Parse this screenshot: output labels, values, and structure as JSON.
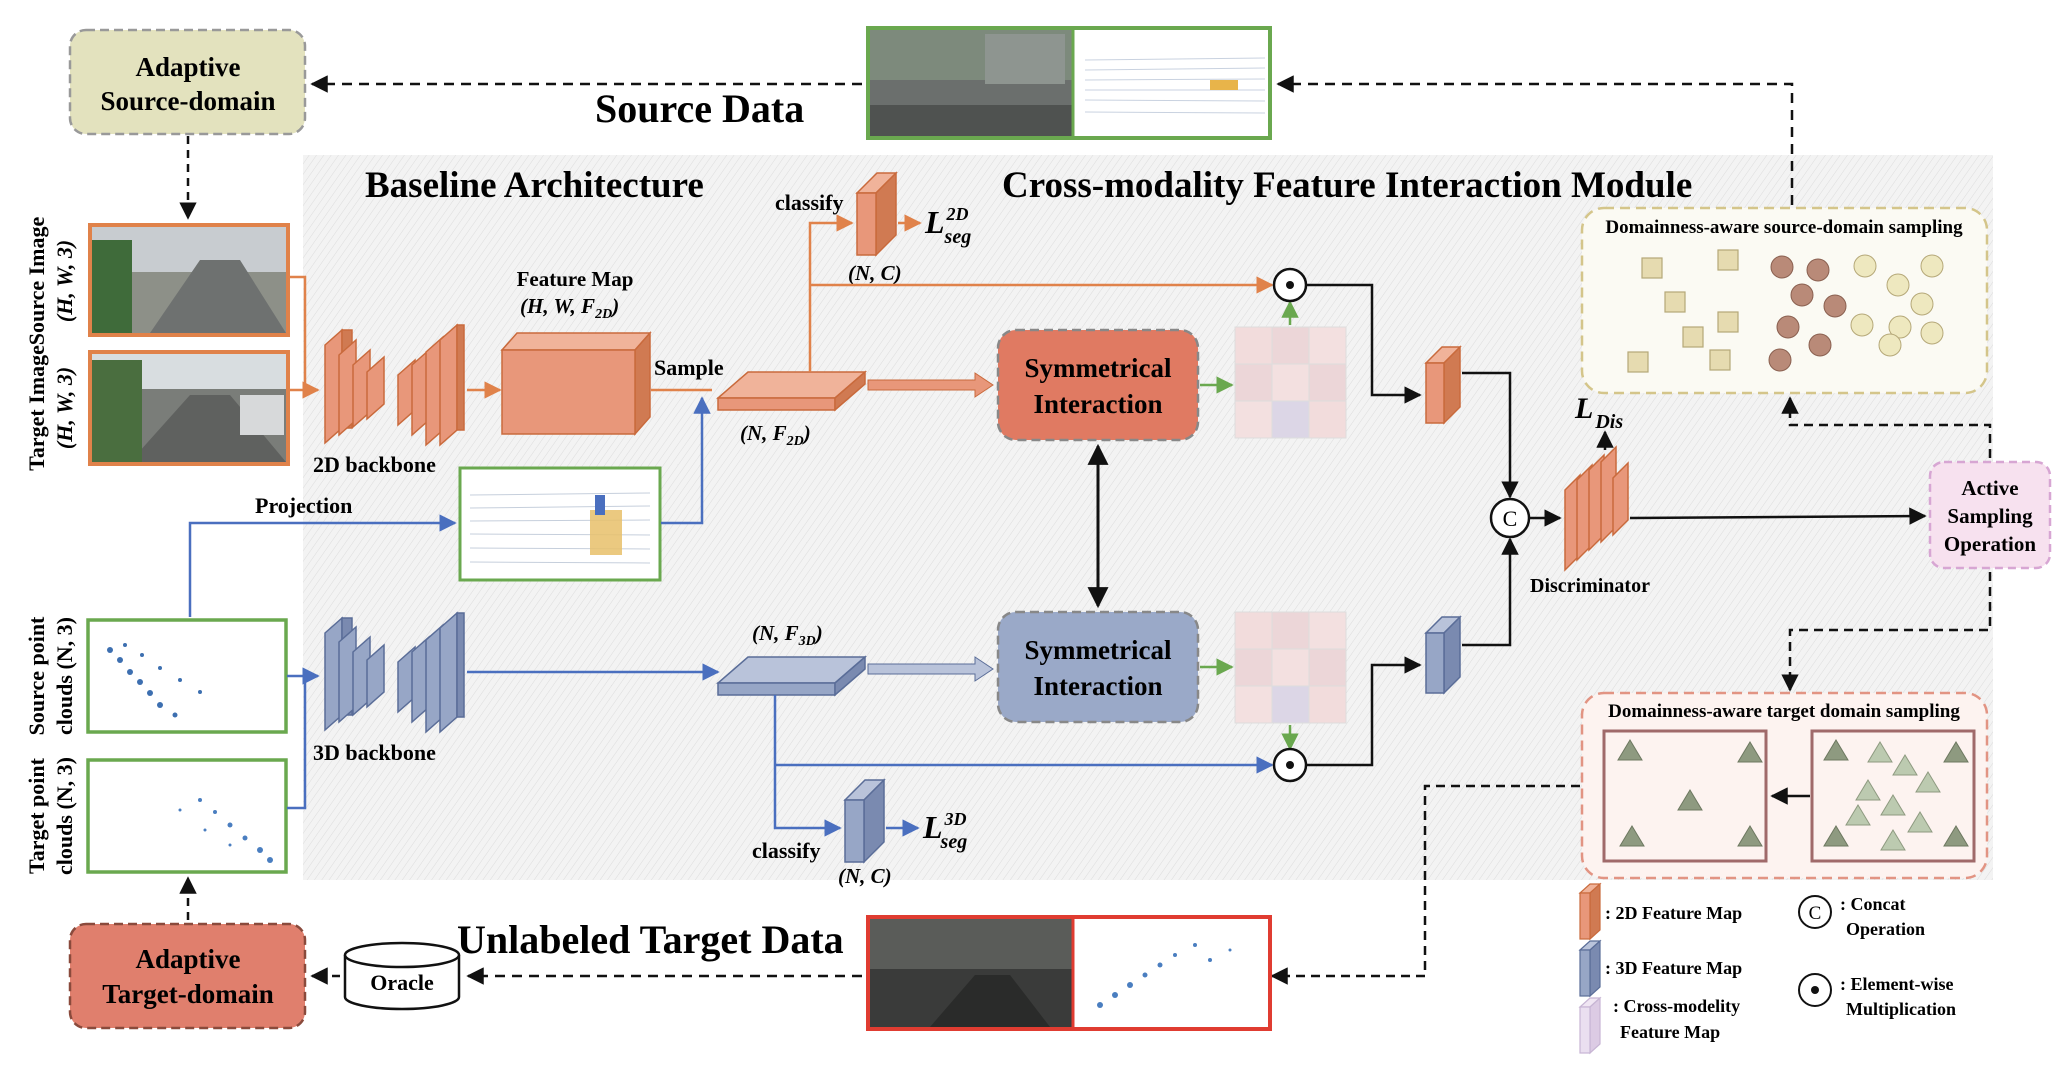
{
  "titles": {
    "source_data": "Source Data",
    "baseline": "Baseline Architecture",
    "cfim": "Cross-modality Feature Interaction Module",
    "unlabeled": "Unlabeled Target Data"
  },
  "boxes": {
    "adaptive_source": [
      "Adaptive",
      "Source-domain"
    ],
    "adaptive_target": [
      "Adaptive",
      "Target-domain"
    ],
    "oracle": "Oracle",
    "active_sampling": [
      "Active",
      "Sampling",
      "Operation"
    ],
    "sym_top": [
      "Symmetrical",
      "Interaction"
    ],
    "sym_bottom": [
      "Symmetrical",
      "Interaction"
    ]
  },
  "side_labels": {
    "source_image": [
      "Source Image",
      "(H, W, 3)"
    ],
    "target_image": [
      "Target Image",
      "(H, W, 3)"
    ],
    "source_points": [
      "Source point",
      "clouds (N, 3)"
    ],
    "target_points": [
      "Target point",
      "clouds (N, 3)"
    ]
  },
  "labels": {
    "feature_map": "Feature Map",
    "feature_map_dims": "(H, W, F",
    "feature_map_sub": "2D",
    "backbone_2d": "2D backbone",
    "backbone_3d": "3D backbone",
    "sample": "Sample",
    "projection": "Projection",
    "classify_top": "classify",
    "classify_bottom": "classify",
    "nc_top": "(N, C)",
    "nc_bottom": "(N, C)",
    "nf2d": "(N, F",
    "nf2d_sub": "2D",
    "nf3d": "(N, F",
    "nf3d_sub": "3D",
    "loss_seg_2d": "L",
    "loss_seg_2d_sup": "2D",
    "loss_seg_2d_sub": "seg",
    "loss_seg_3d": "L",
    "loss_seg_3d_sup": "3D",
    "loss_seg_3d_sub": "seg",
    "loss_dis": "L",
    "loss_dis_sub": "Dis",
    "discriminator": "Discriminator",
    "concat_symbol": "C",
    "src_sampling": "Domainness-aware source-domain sampling",
    "tgt_sampling": "Domainness-aware target domain sampling"
  },
  "legend": {
    "map2d": ": 2D Feature Map",
    "map3d": ": 3D Feature Map",
    "cross": [
      ": Cross-modelity",
      "Feature Map"
    ],
    "concat_symbol": "C",
    "concat": [
      ": Concat",
      "Operation"
    ],
    "elem": [
      ": Element-wise",
      "Multiplication"
    ]
  },
  "colors": {
    "orange": "#e0824a",
    "orange_fill": "#e8977a",
    "blue": "#4a6fbf",
    "blue_fill": "#97a6c6",
    "green_border": "#6aa84f",
    "red_border": "#e03c31",
    "sym_top": "#e07a62",
    "sym_bottom": "#9aa9c8",
    "adaptive_source": "#e3e2be",
    "adaptive_target": "#e07f6d",
    "active": "#f7e1ef",
    "tan_square": "#e6dbb0",
    "brown_circle": "#b98a78",
    "cream_circle": "#eee8bf",
    "triangle": "#8e9a80",
    "triangle_light": "#bccab0"
  }
}
